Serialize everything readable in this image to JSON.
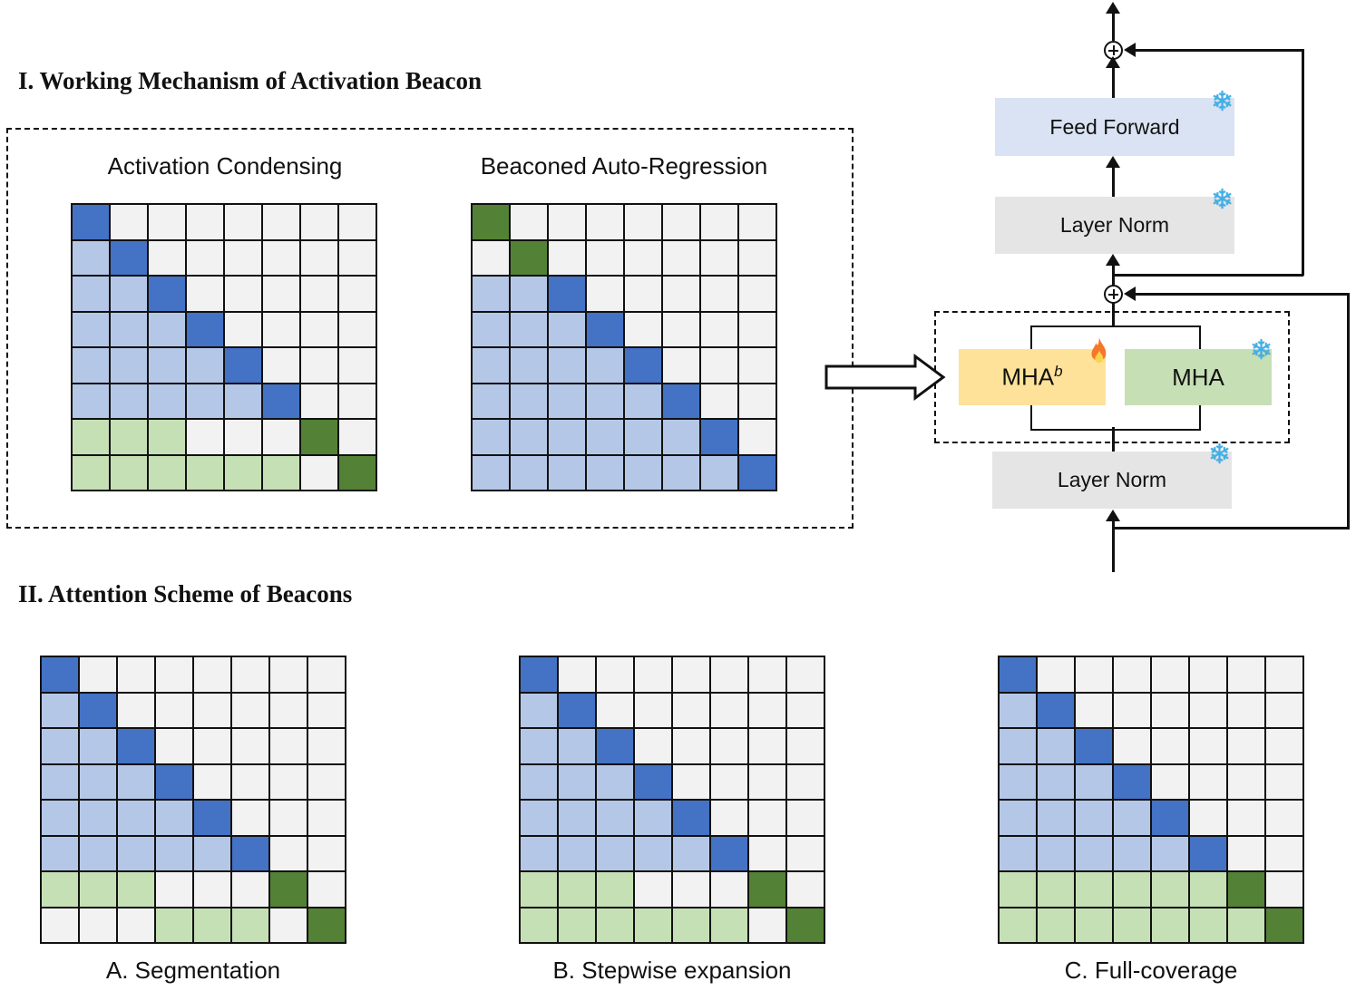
{
  "section1": {
    "title": "I. Working Mechanism of Activation Beacon",
    "left_grid_label": "Activation Condensing",
    "right_grid_label": "Beaconed Auto-Regression"
  },
  "section2": {
    "title": "II. Attention Scheme of Beacons",
    "label_a": "A. Segmentation",
    "label_b": "B. Stepwise expansion",
    "label_c": "C. Full-coverage"
  },
  "transformer": {
    "feed_forward_label": "Feed Forward",
    "layer_norm_top_label": "Layer Norm",
    "layer_norm_bottom_label": "Layer Norm",
    "mha_b_label": "MHA",
    "mha_b_sup": "b",
    "mha_label": "MHA",
    "snowflake_icon": "❄"
  },
  "palette": {
    "dark_blue": "#4472c4",
    "light_blue": "#b4c7e7",
    "empty": "#f2f2f2",
    "light_green": "#c5e0b4",
    "dark_green": "#538135",
    "feed_forward_bg": "#dae3f3",
    "layer_norm_bg": "#e6e5e5",
    "mha_b_bg": "#ffe299",
    "mha_bg": "#c6dfb5",
    "snowflake_color": "#3fb0e8"
  },
  "grids": {
    "legend": {
      "D": "dark_blue",
      "L": "light_blue",
      "E": "empty",
      "G": "light_green",
      "K": "dark_green"
    },
    "activation_condensing": [
      "DEEEEEEE",
      "LDEEEEEE",
      "LLDEEEEE",
      "LLLDEEEE",
      "LLLLDEEE",
      "LLLLLDEE",
      "GGGEEEKE",
      "GGGGGGEK"
    ],
    "beaconed_auto_regression": [
      "KEEEEEEE",
      "EKEEEEEE",
      "LLDEEEEE",
      "LLLDEEEE",
      "LLLLDEEE",
      "LLLLLDEE",
      "LLLLLLDE",
      "LLLLLLLD"
    ],
    "segmentation": [
      "DEEEEEEE",
      "LDEEEEEE",
      "LLDEEEEE",
      "LLLDEEEE",
      "LLLLDEEE",
      "LLLLLDEE",
      "GGGEEEKE",
      "EEEGGGEK"
    ],
    "stepwise_expansion": [
      "DEEEEEEE",
      "LDEEEEEE",
      "LLDEEEEE",
      "LLLDEEEE",
      "LLLLDEEE",
      "LLLLLDEE",
      "GGGEEEKE",
      "GGGGGGEK"
    ],
    "full_coverage": [
      "DEEEEEEE",
      "LDEEEEEE",
      "LLDEEEEE",
      "LLLDEEEE",
      "LLLLDEEE",
      "LLLLLDEE",
      "GGGGGGKE",
      "GGGGGGGK"
    ]
  }
}
